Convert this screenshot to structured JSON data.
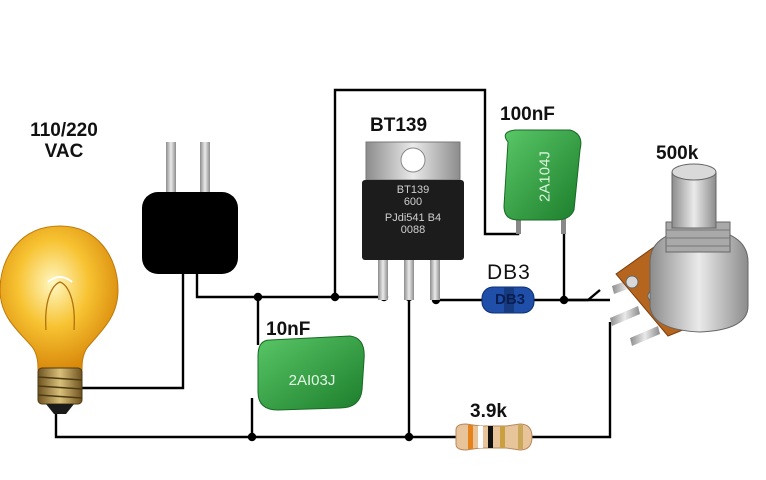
{
  "labels": {
    "supply_line1": "110/220",
    "supply_line2": "VAC",
    "triac": "BT139",
    "cap_100nf": "100nF",
    "pot": "500k",
    "diac": "DB3",
    "cap_10nf": "10nF",
    "resistor": "3.9k"
  },
  "markings": {
    "triac_line1": "BT139",
    "triac_line2": "600",
    "triac_line3": "PJdi541 B4",
    "triac_line4": "0088",
    "cap_100nf_code": "2A104J",
    "cap_10nf_code": "2AI03J",
    "diac_code": "DB3"
  },
  "colors": {
    "wire": "#000000",
    "capacitor": "#2e9a3c",
    "diac_body": "#1f4fa8",
    "triac_body": "#1a1a1a",
    "bulb_glass": "#f5b81c",
    "plug": "#000000"
  }
}
